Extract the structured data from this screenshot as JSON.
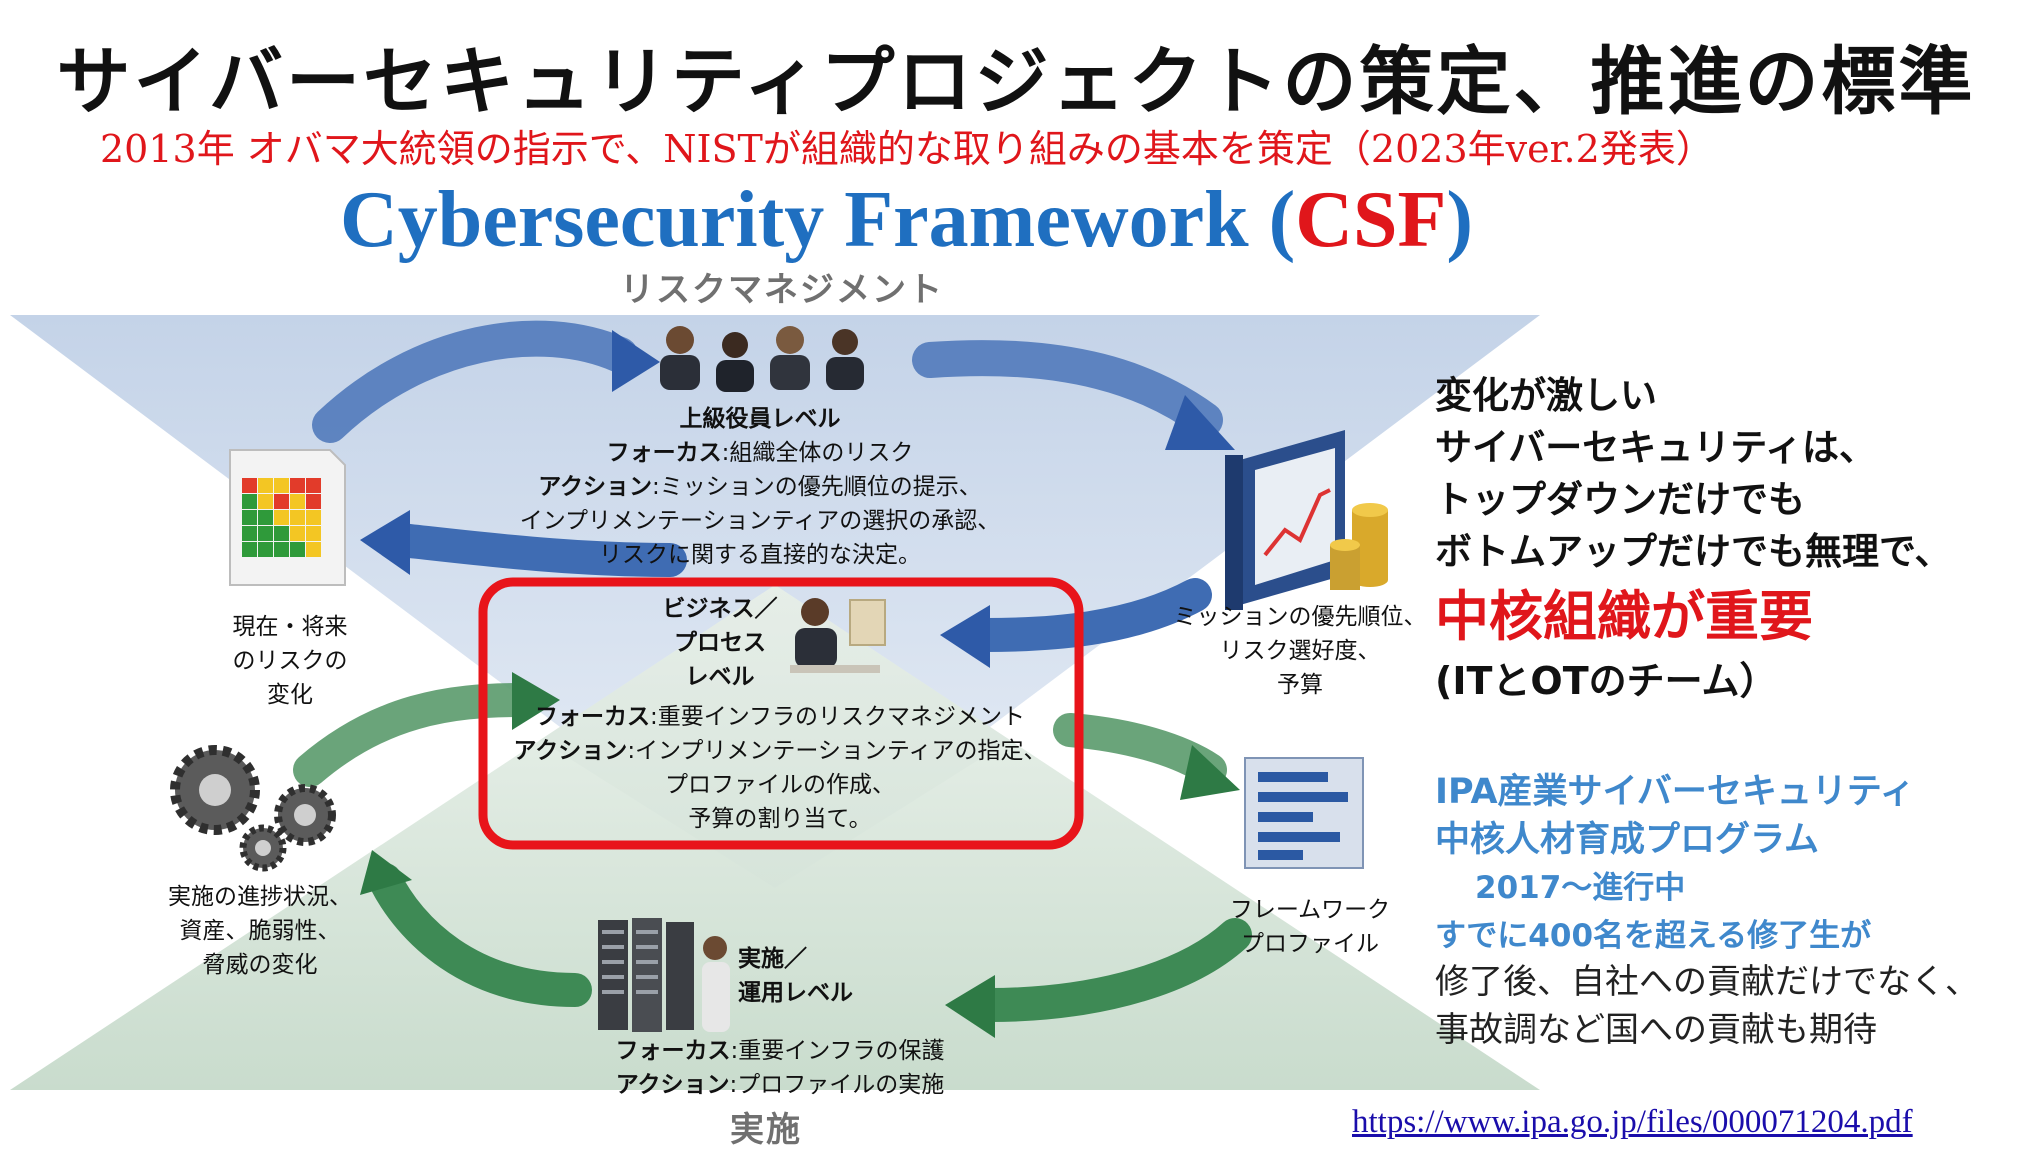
{
  "title": "サイバーセキュリティプロジェクトの策定、推進の標準",
  "subtitle": "2013年 オバマ大統領の指示で、NISTが組織的な取り組みの基本を策定（2023年ver.2発表）",
  "framework": {
    "name_blue": "Cybersecurity Framework (",
    "name_red": "CSF",
    "name_end": ")"
  },
  "diagram": {
    "top_label": "リスクマネジメント",
    "bottom_label": "実施",
    "senior": {
      "heading": "上級役員レベル",
      "focus_key": "フォーカス",
      "focus_val": ":組織全体のリスク",
      "action_key": "アクション",
      "action_val": ":ミッションの優先順位の提示、",
      "action_line2": "インプリメンテーションティアの選択の承認、",
      "action_line3": "リスクに関する直接的な決定。"
    },
    "business": {
      "heading_1": "ビジネス／",
      "heading_2": "プロセス",
      "heading_3": "レベル",
      "focus_key": "フォーカス",
      "focus_val": ":重要インフラのリスクマネジメント",
      "action_key": "アクション",
      "action_val": ":インプリメンテーションティアの指定、",
      "action_line2": "プロファイルの作成、",
      "action_line3": "予算の割り当て。"
    },
    "operations": {
      "heading_1": "実施／",
      "heading_2": "運用レベル",
      "focus_key": "フォーカス",
      "focus_val": ":重要インフラの保護",
      "action_key": "アクション",
      "action_val": ":プロファイルの実施"
    },
    "left_top": {
      "line1": "現在・将来",
      "line2": "のリスクの",
      "line3": "変化"
    },
    "left_bottom": {
      "line1": "実施の進捗状況、",
      "line2": "資産、脆弱性、",
      "line3": "脅威の変化"
    },
    "right_top": {
      "line1": "ミッションの優先順位、",
      "line2": "リスク選好度、",
      "line3": "予算"
    },
    "right_bottom": {
      "line1": "フレームワーク",
      "line2": "プロファイル"
    }
  },
  "right_panel": {
    "line1": "変化が激しい",
    "line2": "サイバーセキュリティは、",
    "line3": "トップダウンだけでも",
    "line4": "ボトムアップだけでも無理で、",
    "emphasis": "中核組織が重要",
    "team": "(ITとOTのチーム）",
    "ipa_line1": "IPA産業サイバーセキュリティ",
    "ipa_line2": "中核人材育成プログラム",
    "ipa_line3": "2017〜進行中",
    "ipa_line4": "すでに400名を超える修了生が",
    "note_line1": "修了後、自社への貢献だけでなく、",
    "note_line2": "事故調など国への貢献も期待"
  },
  "url": "https://www.ipa.go.jp/files/000071204.pdf",
  "colors": {
    "red": "#e0161b",
    "blue": "#1f6fc0",
    "light_blue": "#3f88cc",
    "arrow_blue": "#2e5aa8",
    "arrow_green": "#2e7a45"
  }
}
